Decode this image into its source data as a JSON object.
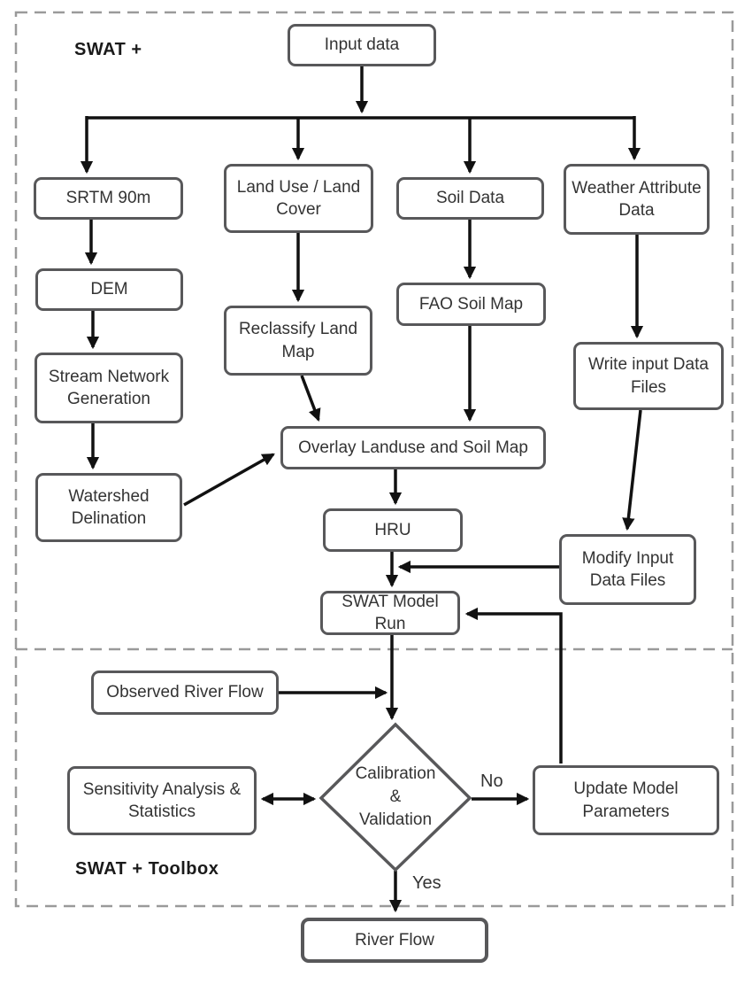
{
  "diagram": {
    "type": "flowchart",
    "title_top": "SWAT +",
    "title_bottom": "SWAT + Toolbox",
    "nodes": {
      "input_data": {
        "label": "Input data"
      },
      "srtm": {
        "label": "SRTM 90m"
      },
      "land_use": {
        "label": "Land Use / Land Cover"
      },
      "soil_data": {
        "label": "Soil Data"
      },
      "weather": {
        "label": "Weather Attribute Data"
      },
      "dem": {
        "label": "DEM"
      },
      "reclassify": {
        "label": "Reclassify Land Map"
      },
      "stream_network": {
        "label": "Stream Network Generation"
      },
      "fao_soil": {
        "label": "FAO Soil Map"
      },
      "write_input": {
        "label": "Write input Data Files"
      },
      "watershed": {
        "label": "Watershed Delination"
      },
      "overlay": {
        "label": "Overlay Landuse and Soil Map"
      },
      "hru": {
        "label": "HRU"
      },
      "modify_input": {
        "label": "Modify Input Data Files"
      },
      "swat_run": {
        "label": "SWAT Model Run"
      },
      "observed_flow": {
        "label": "Observed River Flow"
      },
      "sensitivity": {
        "label": "Sensitivity Analysis & Statistics"
      },
      "update_params": {
        "label": "Update Model Parameters"
      },
      "river_flow": {
        "label": "River Flow"
      }
    },
    "decision": {
      "label": "Calibration & Validation",
      "lines": [
        "Calibration",
        "&",
        "Validation"
      ]
    },
    "edge_labels": {
      "no": "No",
      "yes": "Yes"
    },
    "colors": {
      "box_border": "#58585a",
      "arrow": "#111111",
      "text": "#333333",
      "dashed_border": "#9a9a9a",
      "background": "#ffffff"
    }
  }
}
